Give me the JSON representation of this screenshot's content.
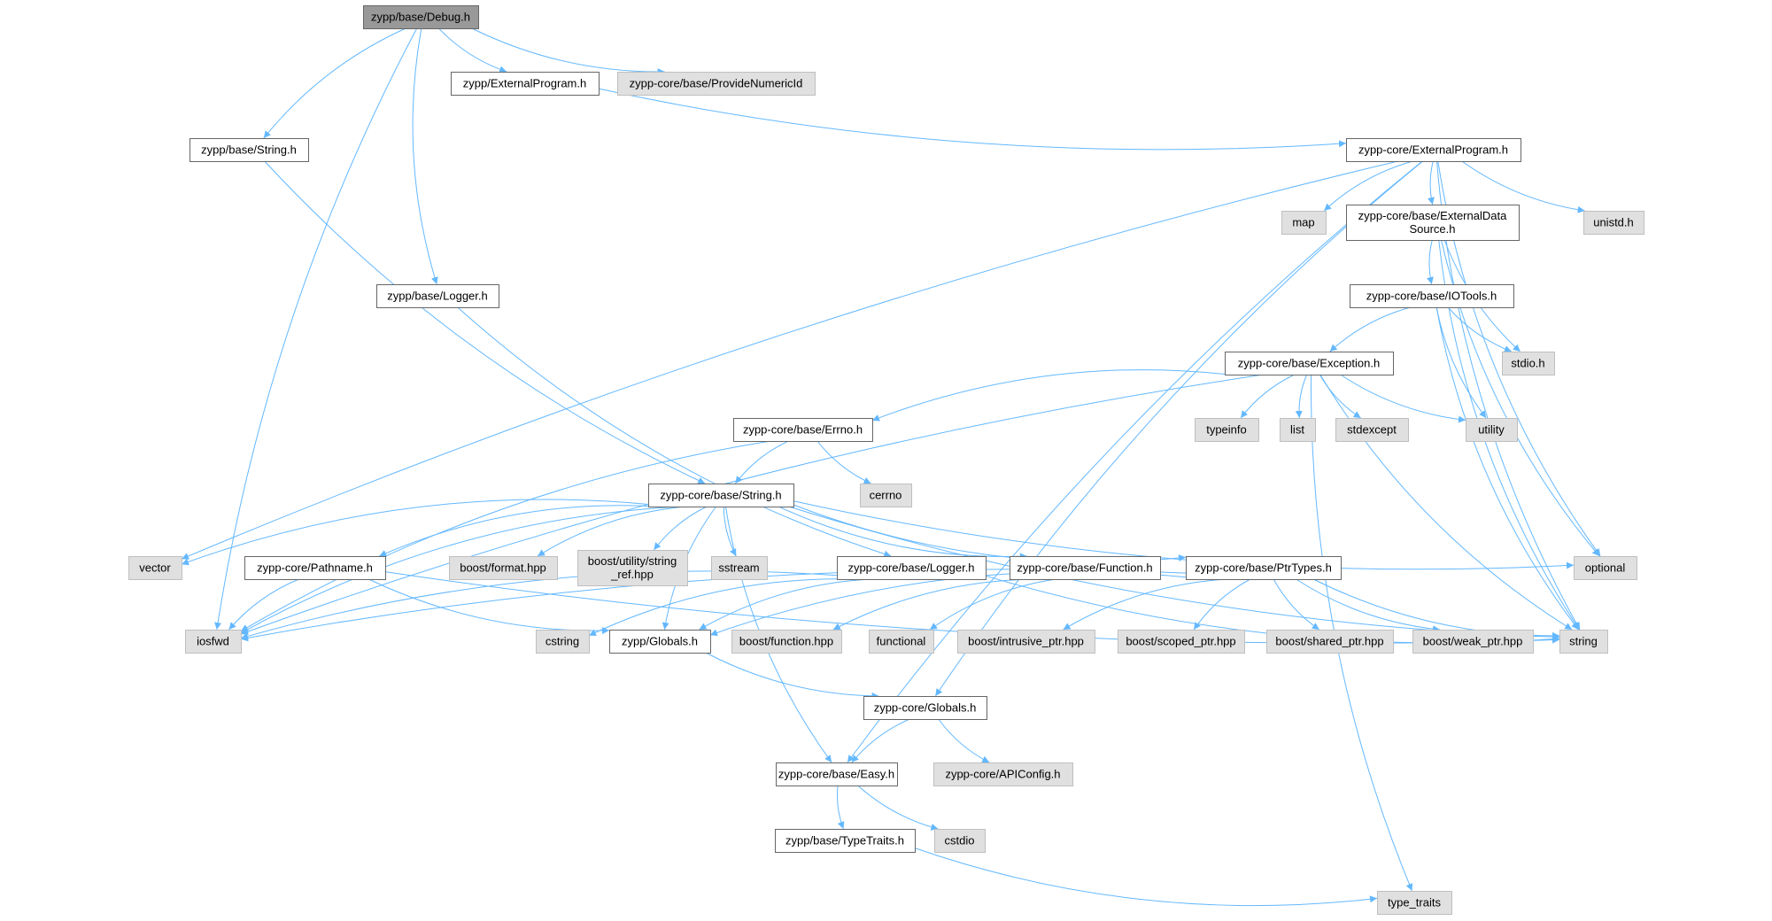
{
  "diagram": {
    "type": "include-dependency-graph",
    "colors": {
      "edge": "#63b8ff",
      "root_fill": "#999999",
      "internal_fill": "#ffffff",
      "external_fill": "#e0e0e0",
      "internal_stroke": "#666666",
      "external_stroke": "#bfbfbf",
      "text": "#000000"
    },
    "nodes": [
      {
        "id": "debug",
        "kind": "root",
        "lines": [
          "zypp/base/Debug.h"
        ]
      },
      {
        "id": "extprog",
        "kind": "internal",
        "lines": [
          "zypp/ExternalProgram.h"
        ]
      },
      {
        "id": "provnum",
        "kind": "external",
        "lines": [
          "zypp-core/base/ProvideNumericId"
        ]
      },
      {
        "id": "bstring",
        "kind": "internal",
        "lines": [
          "zypp/base/String.h"
        ]
      },
      {
        "id": "coreext",
        "kind": "internal",
        "lines": [
          "zypp-core/ExternalProgram.h"
        ]
      },
      {
        "id": "map",
        "kind": "external",
        "lines": [
          "map"
        ]
      },
      {
        "id": "extdata",
        "kind": "internal",
        "lines": [
          "zypp-core/base/ExternalData",
          "Source.h"
        ]
      },
      {
        "id": "unistd",
        "kind": "external",
        "lines": [
          "unistd.h"
        ]
      },
      {
        "id": "blogger",
        "kind": "internal",
        "lines": [
          "zypp/base/Logger.h"
        ]
      },
      {
        "id": "iotools",
        "kind": "internal",
        "lines": [
          "zypp-core/base/IOTools.h"
        ]
      },
      {
        "id": "exception",
        "kind": "internal",
        "lines": [
          "zypp-core/base/Exception.h"
        ]
      },
      {
        "id": "stdio",
        "kind": "external",
        "lines": [
          "stdio.h"
        ]
      },
      {
        "id": "errno",
        "kind": "internal",
        "lines": [
          "zypp-core/base/Errno.h"
        ]
      },
      {
        "id": "typeinfo",
        "kind": "external",
        "lines": [
          "typeinfo"
        ]
      },
      {
        "id": "list",
        "kind": "external",
        "lines": [
          "list"
        ]
      },
      {
        "id": "stdexcept",
        "kind": "external",
        "lines": [
          "stdexcept"
        ]
      },
      {
        "id": "utility",
        "kind": "external",
        "lines": [
          "utility"
        ]
      },
      {
        "id": "cstring_str",
        "kind": "internal",
        "lines": [
          "zypp-core/base/String.h"
        ]
      },
      {
        "id": "cerrno",
        "kind": "external",
        "lines": [
          "cerrno"
        ]
      },
      {
        "id": "vector",
        "kind": "external",
        "lines": [
          "vector"
        ]
      },
      {
        "id": "pathname",
        "kind": "internal",
        "lines": [
          "zypp-core/Pathname.h"
        ]
      },
      {
        "id": "bformat",
        "kind": "external",
        "lines": [
          "boost/format.hpp"
        ]
      },
      {
        "id": "bstrref",
        "kind": "external",
        "lines": [
          "boost/utility/string",
          "_ref.hpp"
        ]
      },
      {
        "id": "sstream",
        "kind": "external",
        "lines": [
          "sstream"
        ]
      },
      {
        "id": "clogger",
        "kind": "internal",
        "lines": [
          "zypp-core/base/Logger.h"
        ]
      },
      {
        "id": "cfunction",
        "kind": "internal",
        "lines": [
          "zypp-core/base/Function.h"
        ]
      },
      {
        "id": "ptrtypes",
        "kind": "internal",
        "lines": [
          "zypp-core/base/PtrTypes.h"
        ]
      },
      {
        "id": "optional",
        "kind": "external",
        "lines": [
          "optional"
        ]
      },
      {
        "id": "iosfwd",
        "kind": "external",
        "lines": [
          "iosfwd"
        ]
      },
      {
        "id": "cstring",
        "kind": "external",
        "lines": [
          "cstring"
        ]
      },
      {
        "id": "zglobals",
        "kind": "internal",
        "lines": [
          "zypp/Globals.h"
        ]
      },
      {
        "id": "bfunction",
        "kind": "external",
        "lines": [
          "boost/function.hpp"
        ]
      },
      {
        "id": "functional",
        "kind": "external",
        "lines": [
          "functional"
        ]
      },
      {
        "id": "bintrusive",
        "kind": "external",
        "lines": [
          "boost/intrusive_ptr.hpp"
        ]
      },
      {
        "id": "bscoped",
        "kind": "external",
        "lines": [
          "boost/scoped_ptr.hpp"
        ]
      },
      {
        "id": "bshared",
        "kind": "external",
        "lines": [
          "boost/shared_ptr.hpp"
        ]
      },
      {
        "id": "bweak",
        "kind": "external",
        "lines": [
          "boost/weak_ptr.hpp"
        ]
      },
      {
        "id": "string",
        "kind": "external",
        "lines": [
          "string"
        ]
      },
      {
        "id": "cglobals",
        "kind": "internal",
        "lines": [
          "zypp-core/Globals.h"
        ]
      },
      {
        "id": "easy",
        "kind": "internal",
        "lines": [
          "zypp-core/base/Easy.h"
        ]
      },
      {
        "id": "apiconfig",
        "kind": "external",
        "lines": [
          "zypp-core/APIConfig.h"
        ]
      },
      {
        "id": "typetraits_h",
        "kind": "internal",
        "lines": [
          "zypp/base/TypeTraits.h"
        ]
      },
      {
        "id": "cstdio",
        "kind": "external",
        "lines": [
          "cstdio"
        ]
      },
      {
        "id": "type_traits",
        "kind": "external",
        "lines": [
          "type_traits"
        ]
      }
    ],
    "edges": [
      [
        "debug",
        "iosfwd"
      ],
      [
        "debug",
        "bstring"
      ],
      [
        "debug",
        "blogger"
      ],
      [
        "debug",
        "extprog"
      ],
      [
        "debug",
        "provnum"
      ],
      [
        "extprog",
        "coreext"
      ],
      [
        "bstring",
        "cstring_str"
      ],
      [
        "blogger",
        "clogger"
      ],
      [
        "coreext",
        "vector"
      ],
      [
        "coreext",
        "easy"
      ],
      [
        "coreext",
        "map"
      ],
      [
        "coreext",
        "extdata"
      ],
      [
        "coreext",
        "unistd"
      ],
      [
        "coreext",
        "optional"
      ],
      [
        "coreext",
        "string"
      ],
      [
        "coreext",
        "cglobals"
      ],
      [
        "extdata",
        "string"
      ],
      [
        "extdata",
        "iotools"
      ],
      [
        "extdata",
        "stdio"
      ],
      [
        "extdata",
        "optional"
      ],
      [
        "iotools",
        "exception"
      ],
      [
        "iotools",
        "stdio"
      ],
      [
        "iotools",
        "utility"
      ],
      [
        "iotools",
        "string"
      ],
      [
        "exception",
        "iosfwd"
      ],
      [
        "exception",
        "errno"
      ],
      [
        "exception",
        "typeinfo"
      ],
      [
        "exception",
        "list"
      ],
      [
        "exception",
        "stdexcept"
      ],
      [
        "exception",
        "utility"
      ],
      [
        "exception",
        "string"
      ],
      [
        "exception",
        "type_traits"
      ],
      [
        "errno",
        "iosfwd"
      ],
      [
        "errno",
        "cstring_str"
      ],
      [
        "errno",
        "cerrno"
      ],
      [
        "cstring_str",
        "vector"
      ],
      [
        "cstring_str",
        "iosfwd"
      ],
      [
        "cstring_str",
        "pathname"
      ],
      [
        "cstring_str",
        "bformat"
      ],
      [
        "cstring_str",
        "bstrref"
      ],
      [
        "cstring_str",
        "sstream"
      ],
      [
        "cstring_str",
        "zglobals"
      ],
      [
        "cstring_str",
        "cfunction"
      ],
      [
        "cstring_str",
        "ptrtypes"
      ],
      [
        "cstring_str",
        "optional"
      ],
      [
        "cstring_str",
        "string"
      ],
      [
        "cstring_str",
        "easy"
      ],
      [
        "pathname",
        "iosfwd"
      ],
      [
        "pathname",
        "zglobals"
      ],
      [
        "pathname",
        "string"
      ],
      [
        "clogger",
        "iosfwd"
      ],
      [
        "clogger",
        "cstring"
      ],
      [
        "clogger",
        "zglobals"
      ],
      [
        "clogger",
        "string"
      ],
      [
        "cfunction",
        "bfunction"
      ],
      [
        "cfunction",
        "functional"
      ],
      [
        "ptrtypes",
        "iosfwd"
      ],
      [
        "ptrtypes",
        "string"
      ],
      [
        "ptrtypes",
        "bintrusive"
      ],
      [
        "ptrtypes",
        "bscoped"
      ],
      [
        "ptrtypes",
        "bshared"
      ],
      [
        "ptrtypes",
        "bweak"
      ],
      [
        "ptrtypes",
        "zglobals"
      ],
      [
        "zglobals",
        "cglobals"
      ],
      [
        "cglobals",
        "easy"
      ],
      [
        "cglobals",
        "apiconfig"
      ],
      [
        "easy",
        "typetraits_h"
      ],
      [
        "easy",
        "cstdio"
      ],
      [
        "typetraits_h",
        "type_traits"
      ]
    ]
  }
}
